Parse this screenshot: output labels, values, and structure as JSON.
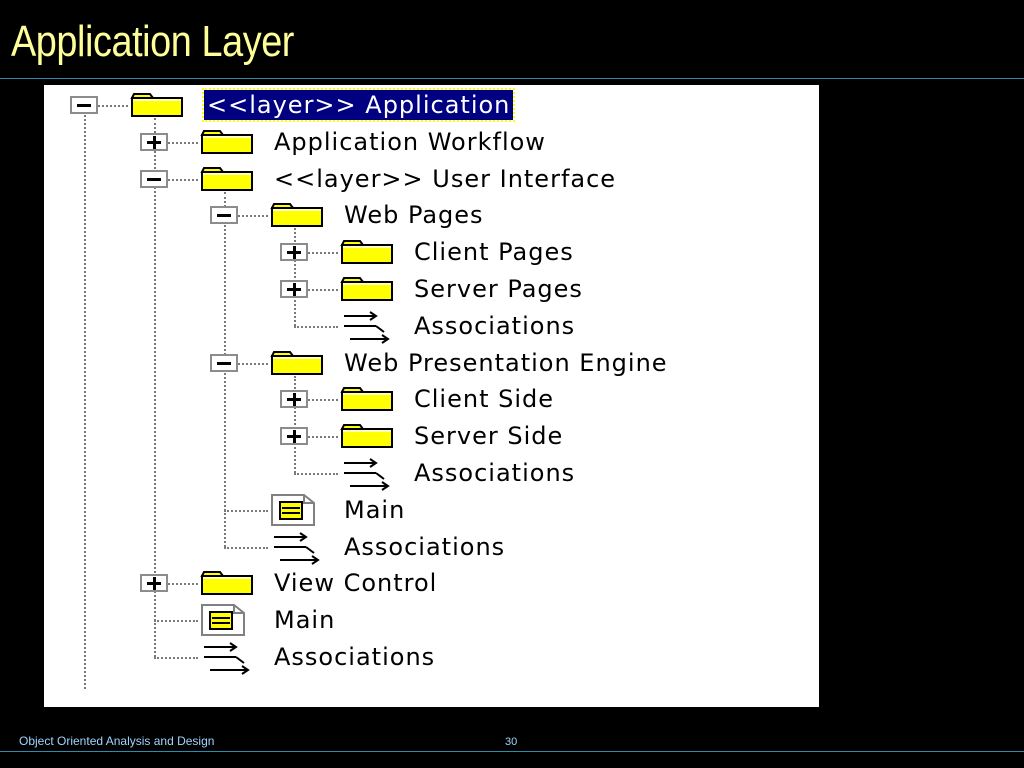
{
  "slide": {
    "title": "Application Layer",
    "footer": "Object Oriented Analysis and Design",
    "page_number": "30"
  },
  "colors": {
    "background": "#000000",
    "title": "#ffff99",
    "accent_rule": "#2e8bb0",
    "footer_text": "#9fd4ff",
    "selection": "#000080",
    "folder": "#ffff00"
  },
  "tree": {
    "nodes": [
      {
        "label": "<<layer>> Application",
        "icon": "folder-icon",
        "toggle": "collapse",
        "selected": true
      },
      {
        "label": "Application Workflow",
        "icon": "folder-icon",
        "toggle": "expand"
      },
      {
        "label": "<<layer>> User Interface",
        "icon": "folder-icon",
        "toggle": "collapse"
      },
      {
        "label": "Web Pages",
        "icon": "folder-icon",
        "toggle": "collapse"
      },
      {
        "label": "Client Pages",
        "icon": "folder-icon",
        "toggle": "expand"
      },
      {
        "label": "Server Pages",
        "icon": "folder-icon",
        "toggle": "expand"
      },
      {
        "label": "Associations",
        "icon": "associations-icon"
      },
      {
        "label": "Web Presentation Engine",
        "icon": "folder-icon",
        "toggle": "collapse"
      },
      {
        "label": "Client Side",
        "icon": "folder-icon",
        "toggle": "expand"
      },
      {
        "label": "Server Side",
        "icon": "folder-icon",
        "toggle": "expand"
      },
      {
        "label": "Associations",
        "icon": "associations-icon"
      },
      {
        "label": "Main",
        "icon": "diagram-icon"
      },
      {
        "label": "Associations",
        "icon": "associations-icon"
      },
      {
        "label": "View Control",
        "icon": "folder-icon",
        "toggle": "expand"
      },
      {
        "label": "Main",
        "icon": "diagram-icon"
      },
      {
        "label": "Associations",
        "icon": "associations-icon"
      }
    ]
  }
}
